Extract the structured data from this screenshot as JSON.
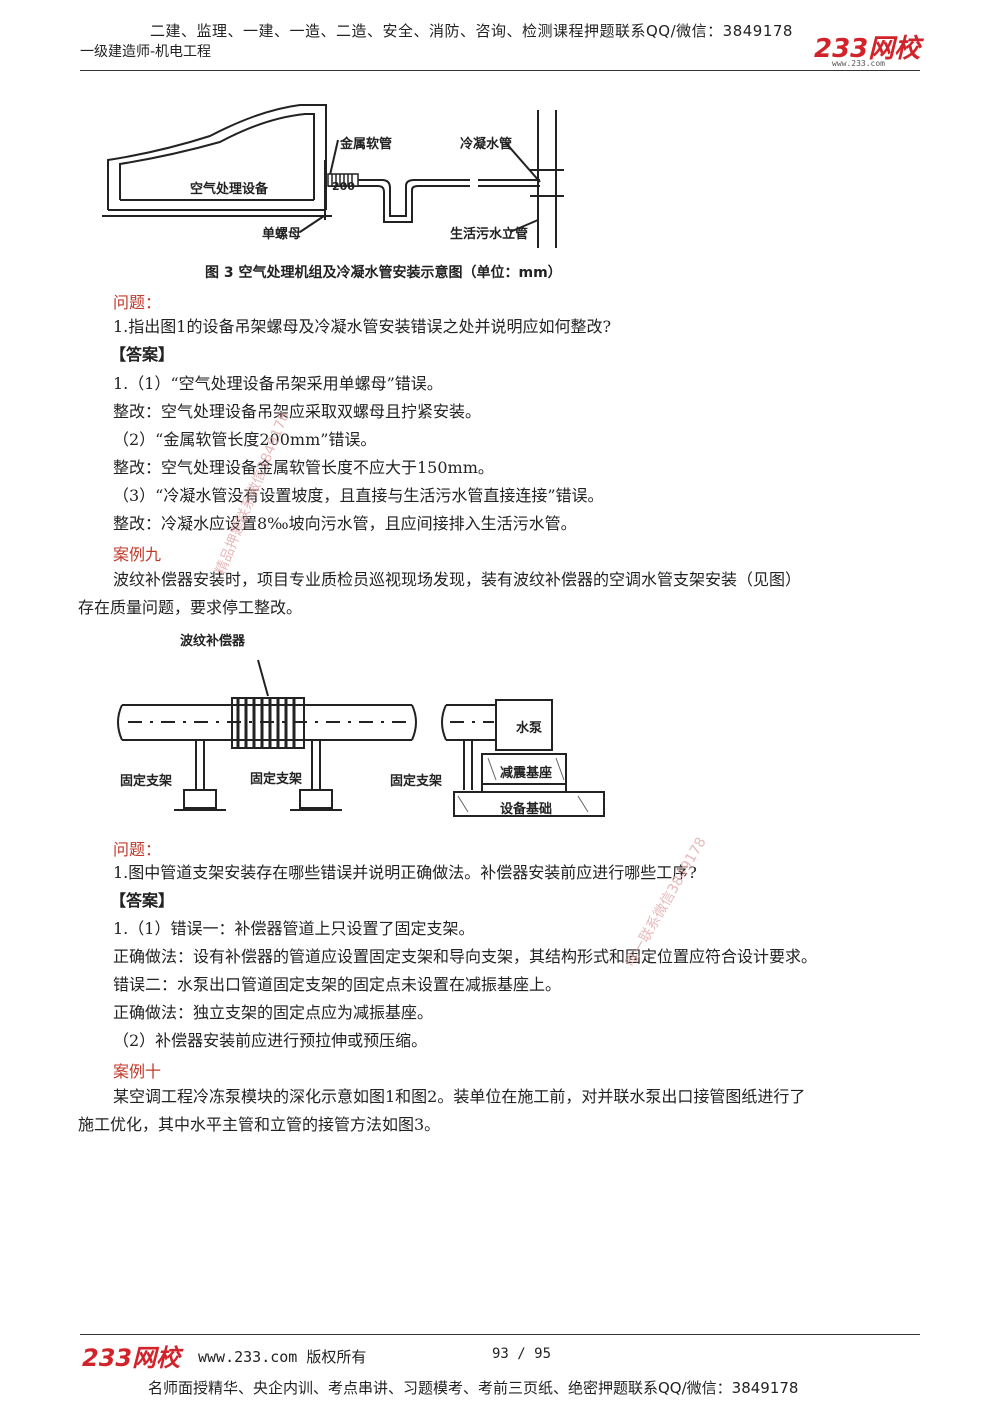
{
  "header": {
    "top_line": "二建、监理、一建、一造、二造、安全、消防、咨询、检测课程押题联系QQ/微信：3849178",
    "subtitle": "一级建造师-机电工程",
    "logo": "233网校",
    "logo_url": "www.233.com"
  },
  "figure3": {
    "labels": {
      "hose": "金属软管",
      "condensate": "冷凝水管",
      "ahu": "空气处理设备",
      "dim": "200",
      "nut": "单螺母",
      "stack": "生活污水立管"
    },
    "caption": "图 3 空气处理机组及冷凝水管安装示意图（单位：mm）"
  },
  "q1": {
    "label": "问题：",
    "question": "1.指出图1的设备吊架螺母及冷凝水管安装错误之处并说明应如何整改?",
    "answer_label": "【答案】",
    "lines": [
      "1.（1）“空气处理设备吊架采用单螺母”错误。",
      "整改：空气处理设备吊架应采取双螺母且拧紧安装。",
      "（2）“金属软管长度200mm”错误。",
      "整改：空气处理设备金属软管长度不应大于150mm。",
      "（3）“冷凝水管没有设置坡度，且直接与生活污水管直接连接”错误。",
      "整改：冷凝水应设置8‰坡向污水管，且应间接排入生活污水管。"
    ]
  },
  "case9": {
    "title": "案例九",
    "para1": "波纹补偿器安装时，项目专业质检员巡视现场发现，装有波纹补偿器的空调水管支架安装（见图）",
    "para2": "存在质量问题，要求停工整改。"
  },
  "figure4": {
    "labels": {
      "compensator": "波纹补偿器",
      "support1": "固定支架",
      "support2": "固定支架",
      "support3": "固定支架",
      "pump": "水泵",
      "damper": "减震基座",
      "foundation": "设备基础"
    }
  },
  "q2": {
    "label": "问题：",
    "question": "1.图中管道支架安装存在哪些错误并说明正确做法。补偿器安装前应进行哪些工序?",
    "answer_label": "【答案】",
    "lines": [
      "1.（1）错误一：补偿器管道上只设置了固定支架。",
      "正确做法：设有补偿器的管道应设置固定支架和导向支架，其结构形式和固定位置应符合设计要求。",
      "错误二：水泵出口管道固定支架的固定点未设置在减振基座上。",
      "正确做法：独立支架的固定点应为减振基座。",
      "（2）补偿器安装前应进行预拉伸或预压缩。"
    ]
  },
  "case10": {
    "title": "案例十",
    "para1": "某空调工程冷冻泵模块的深化示意如图1和图2。装单位在施工前，对并联水泵出口接管图纸进行了",
    "para2": "施工优化，其中水平主管和立管的接管方法如图3。"
  },
  "footer": {
    "logo": "233网校",
    "site": "www.233.com 版权所有",
    "page": "93 / 95",
    "bottom_line": "名师面授精华、央企内训、考点串讲、习题模考、考前三页纸、绝密押题联系QQ/微信：3849178"
  },
  "watermarks": {
    "wm1": "精品押题联系微信3849178",
    "wm2": "唯一联系微信3849178"
  }
}
